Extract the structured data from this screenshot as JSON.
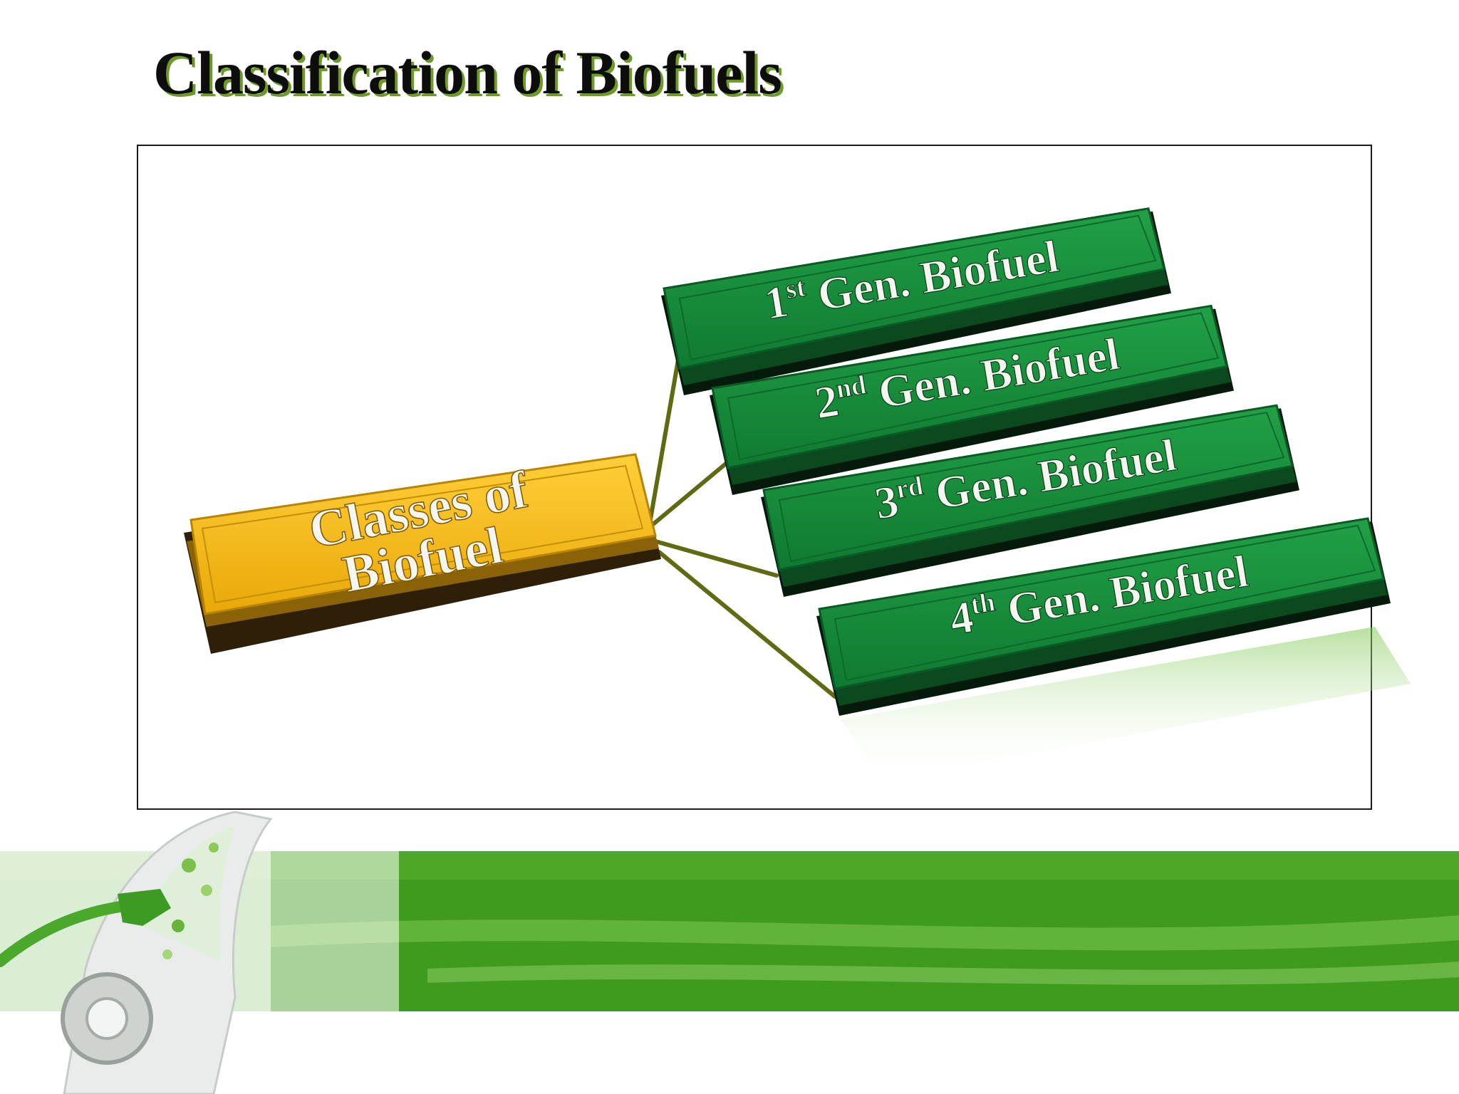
{
  "title": "Classification of Biofuels",
  "root": {
    "line1": "Classes of",
    "line2": "Biofuel"
  },
  "branches": [
    {
      "num": "1",
      "sup": "st",
      "rest": " Gen. Biofuel"
    },
    {
      "num": "2",
      "sup": "nd",
      "rest": " Gen. Biofuel"
    },
    {
      "num": "3",
      "sup": "rd",
      "rest": " Gen. Biofuel"
    },
    {
      "num": "4",
      "sup": "th",
      "rest": " Gen. Biofuel"
    }
  ],
  "colors": {
    "root_fill": "#f2b318",
    "branch_fill": "#168a3a",
    "footer_green": "#3a9a1e"
  }
}
